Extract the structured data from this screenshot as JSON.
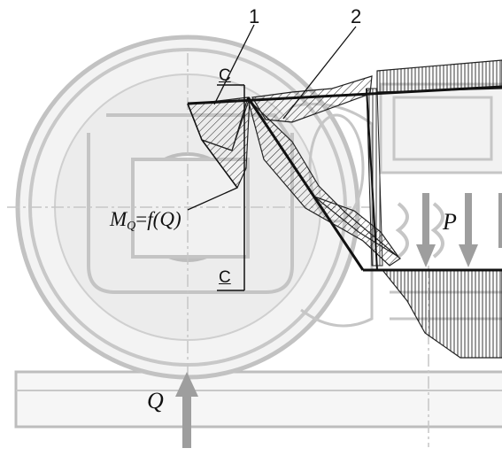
{
  "labels": {
    "part_1": "1",
    "part_2": "2",
    "section_top": "C",
    "section_bottom": "C",
    "moment_prefix": "M",
    "moment_subscript": "Q",
    "moment_eq": "=",
    "moment_func": "f",
    "moment_arg": "(Q)",
    "load_p": "P",
    "load_q": "Q"
  },
  "colors": {
    "background": "#ffffff",
    "ghost_line": "#bdbdbd",
    "ghost_fill": "#efefef",
    "beam_line": "#111111",
    "arrow": "#9e9e9e",
    "hatch": "#222222"
  }
}
